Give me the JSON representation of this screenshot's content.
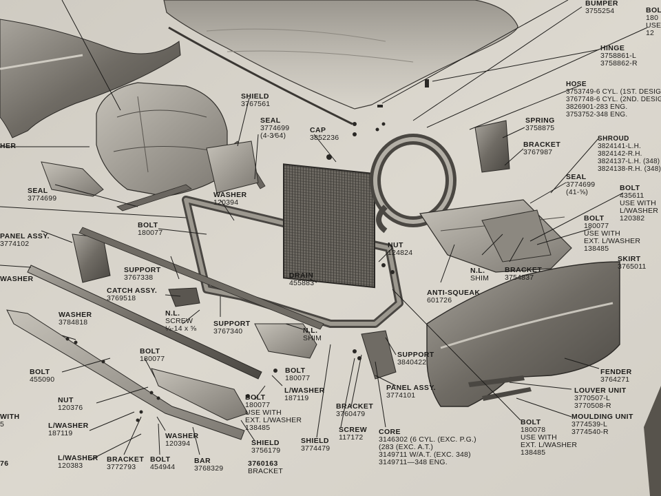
{
  "labels": [
    {
      "id": "bumper",
      "name": "BUMPER",
      "lines": [
        "3755254"
      ]
    },
    {
      "id": "bolt-top-right",
      "name": "BOLT",
      "lines": [
        "180",
        "USE",
        "12"
      ]
    },
    {
      "id": "hinge",
      "name": "HINGE",
      "lines": [
        "3758861-L",
        "3758862-R"
      ]
    },
    {
      "id": "hose",
      "name": "HOSE",
      "lines": [
        "3753749-6 CYL. (1ST. DESIG",
        "3767748-6 CYL. (2ND. DESIG",
        "3826901-283 ENG.",
        "3753752-348 ENG."
      ]
    },
    {
      "id": "shield-top",
      "name": "SHIELD",
      "lines": [
        "3767561"
      ]
    },
    {
      "id": "seal-top",
      "name": "SEAL",
      "lines": [
        "3774699",
        "(4-3⁄64)"
      ]
    },
    {
      "id": "cap",
      "name": "CAP",
      "lines": [
        "3852236"
      ]
    },
    {
      "id": "spring",
      "name": "SPRING",
      "lines": [
        "3758875"
      ]
    },
    {
      "id": "bracket-right",
      "name": "BRACKET",
      "lines": [
        "3767987"
      ]
    },
    {
      "id": "shroud",
      "name": "SHROUD",
      "lines": [
        "3824141-L.H.",
        "3824142-R.H.",
        "3824137-L.H. (348)",
        "3824138-R.H. (348)"
      ]
    },
    {
      "id": "her-left",
      "name": "HER",
      "lines": []
    },
    {
      "id": "seal-left",
      "name": "SEAL",
      "lines": [
        "3774699"
      ]
    },
    {
      "id": "washer-mid",
      "name": "WASHER",
      "lines": [
        "120394"
      ]
    },
    {
      "id": "seal-right",
      "name": "SEAL",
      "lines": [
        "3774699",
        "(41-⅝)"
      ]
    },
    {
      "id": "bolt-right-1",
      "name": "BOLT",
      "lines": [
        "435611",
        "USE WITH",
        "L/WASHER",
        "120382"
      ]
    },
    {
      "id": "bolt-right-2",
      "name": "BOLT",
      "lines": [
        "180077",
        "USE WITH",
        "EXT. L/WASHER",
        "138485"
      ]
    },
    {
      "id": "panel-assy-left",
      "name": "PANEL ASSY.",
      "lines": [
        "3774102"
      ]
    },
    {
      "id": "bolt-upper-mid",
      "name": "BOLT",
      "lines": [
        "180077"
      ]
    },
    {
      "id": "nut-mid",
      "name": "NUT",
      "lines": [
        "124824"
      ]
    },
    {
      "id": "nl-shim-right",
      "name": "N.L.",
      "lines": [
        "SHIM"
      ]
    },
    {
      "id": "bracket-mid-right",
      "name": "BRACKET",
      "lines": [
        "3754837"
      ]
    },
    {
      "id": "skirt",
      "name": "SKIRT",
      "lines": [
        "3765011"
      ]
    },
    {
      "id": "washer-left",
      "name": "WASHER",
      "lines": []
    },
    {
      "id": "support-1",
      "name": "SUPPORT",
      "lines": [
        "3767338"
      ]
    },
    {
      "id": "drain",
      "name": "DRAIN",
      "lines": [
        "455883"
      ]
    },
    {
      "id": "anti-squeak",
      "name": "ANTI-SQUEAK",
      "lines": [
        "601726"
      ]
    },
    {
      "id": "catch-assy",
      "name": "CATCH ASSY.",
      "lines": [
        "3769518"
      ]
    },
    {
      "id": "washer-left-2",
      "name": "WASHER",
      "lines": [
        "3784818"
      ]
    },
    {
      "id": "nl-screw",
      "name": "N.L.",
      "lines": [
        "SCREW",
        "¼-14 x ⅝"
      ]
    },
    {
      "id": "support-2",
      "name": "SUPPORT",
      "lines": [
        "3767340"
      ]
    },
    {
      "id": "nl-shim-mid",
      "name": "N.L.",
      "lines": [
        "SHIM"
      ]
    },
    {
      "id": "bolt-left-1",
      "name": "BOLT",
      "lines": [
        "455090"
      ]
    },
    {
      "id": "bolt-mid-1",
      "name": "BOLT",
      "lines": [
        "180077"
      ]
    },
    {
      "id": "bolt-mid-2",
      "name": "BOLT",
      "lines": [
        "180077"
      ]
    },
    {
      "id": "support-3",
      "name": "SUPPORT",
      "lines": [
        "3840422"
      ]
    },
    {
      "id": "panel-assy-right",
      "name": "PANEL ASSY.",
      "lines": [
        "3774101"
      ]
    },
    {
      "id": "fender",
      "name": "FENDER",
      "lines": [
        "3764271"
      ]
    },
    {
      "id": "l-washer-1",
      "name": "L/WASHER",
      "lines": [
        "187119"
      ]
    },
    {
      "id": "louver-unit",
      "name": "LOUVER UNIT",
      "lines": [
        "3770507-L",
        "3770508-R"
      ]
    },
    {
      "id": "nut-left",
      "name": "NUT",
      "lines": [
        "120376"
      ]
    },
    {
      "id": "bolt-use-with",
      "name": "BOLT",
      "lines": [
        "180077",
        "USE WITH",
        "EXT. L/WASHER",
        "138485"
      ]
    },
    {
      "id": "bracket-mid",
      "name": "BRACKET",
      "lines": [
        "3760479"
      ]
    },
    {
      "id": "moulding-unit",
      "name": "MOULDING UNIT",
      "lines": [
        "3774539-L",
        "3774540-R"
      ]
    },
    {
      "id": "l-washer-left",
      "name": "L/WASHER",
      "lines": [
        "187119"
      ]
    },
    {
      "id": "screw",
      "name": "SCREW",
      "lines": [
        "117172"
      ]
    },
    {
      "id": "core",
      "name": "CORE",
      "lines": [
        "3146302 (6 CYL. (EXC. P.G.)",
        "(283 (EXC. A.T.)",
        "3149711 W/A.T. (EXC. 348)",
        "3149711—348 ENG."
      ]
    },
    {
      "id": "bolt-bottom-right",
      "name": "BOLT",
      "lines": [
        "180078",
        "USE WITH",
        "EXT. L/WASHER",
        "138485"
      ]
    },
    {
      "id": "washer-bottom",
      "name": "WASHER",
      "lines": [
        "120394"
      ]
    },
    {
      "id": "shield-bottom-1",
      "name": "SHIELD",
      "lines": [
        "3756179"
      ]
    },
    {
      "id": "shield-bottom-2",
      "name": "SHIELD",
      "lines": [
        "3774479"
      ]
    },
    {
      "id": "l-washer-bottom",
      "name": "L/WASHER",
      "lines": [
        "120383"
      ]
    },
    {
      "id": "bracket-bottom",
      "name": "BRACKET",
      "lines": [
        "3772793"
      ]
    },
    {
      "id": "bolt-bottom",
      "name": "BOLT",
      "lines": [
        "454944"
      ]
    },
    {
      "id": "bar",
      "name": "BAR",
      "lines": [
        "3768329"
      ]
    },
    {
      "id": "bracket-3760163",
      "name": "3760163",
      "lines": [
        "BRACKET"
      ]
    },
    {
      "id": "edge-with",
      "name": "WITH",
      "lines": [
        "5"
      ]
    },
    {
      "id": "edge-76",
      "name": "76",
      "lines": []
    }
  ],
  "colors": {
    "paper": "#d9d5cc",
    "ink": "#1d1c1a",
    "background": "#2a2825"
  }
}
